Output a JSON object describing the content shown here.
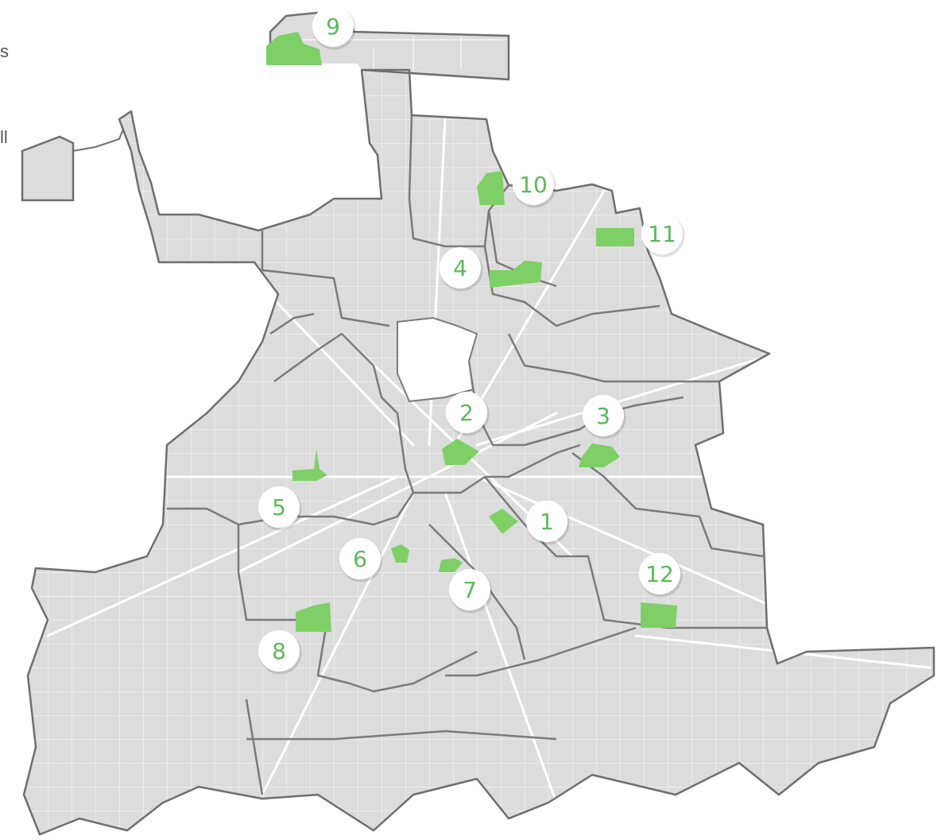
{
  "edge_text": {
    "top": "s",
    "mid": "ll"
  },
  "colors": {
    "land": "#dcdcdc",
    "district_border": "#7a7a7a",
    "outer_border": "#6e6e6e",
    "roads": "#f3f3f3",
    "highways": "#ffffff",
    "park": "#7fcf67",
    "marker_bg": "#ffffff",
    "marker_text": "#5cb85c"
  },
  "markers": [
    {
      "number": "1",
      "icon": "park-area-icon"
    },
    {
      "number": "2",
      "icon": "park-area-icon"
    },
    {
      "number": "3",
      "icon": "park-area-icon"
    },
    {
      "number": "4",
      "icon": "park-area-icon"
    },
    {
      "number": "5",
      "icon": "park-area-icon"
    },
    {
      "number": "6",
      "icon": "park-area-icon"
    },
    {
      "number": "7",
      "icon": "park-area-icon"
    },
    {
      "number": "8",
      "icon": "park-area-icon"
    },
    {
      "number": "9",
      "icon": "park-area-icon"
    },
    {
      "number": "10",
      "icon": "park-area-icon"
    },
    {
      "number": "11",
      "icon": "park-area-icon"
    },
    {
      "number": "12",
      "icon": "park-area-icon"
    }
  ]
}
